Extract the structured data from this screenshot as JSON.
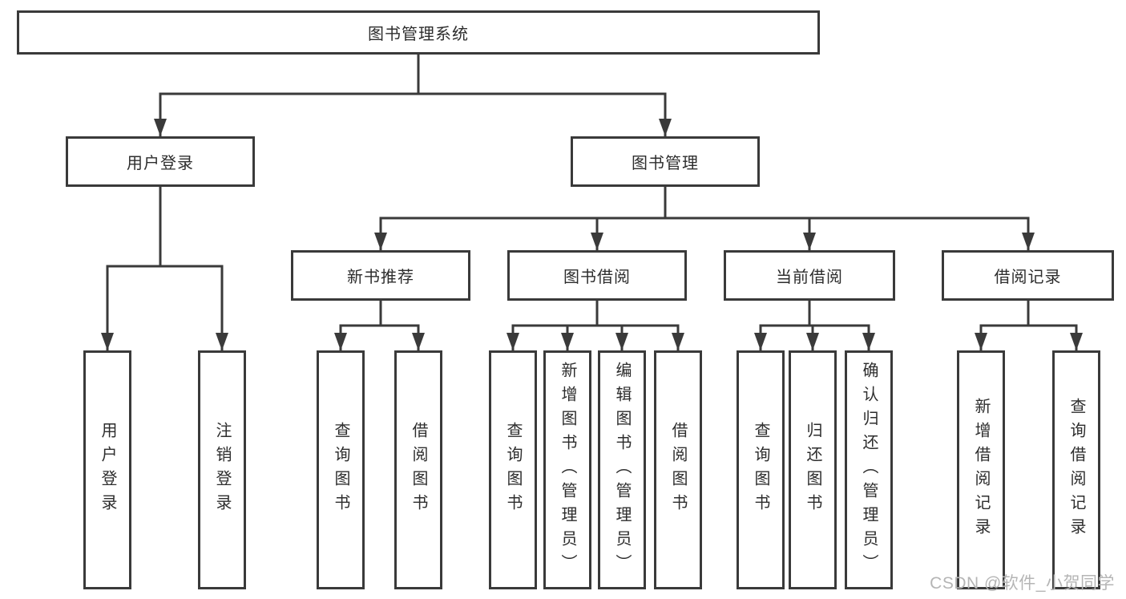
{
  "diagram": {
    "root": {
      "label": "图书管理系统"
    },
    "branches": [
      {
        "label": "用户登录",
        "children": [
          {
            "label": "用户登录"
          },
          {
            "label": "注销登录"
          }
        ]
      },
      {
        "label": "图书管理",
        "groups": [
          {
            "label": "新书推荐",
            "children": [
              {
                "label": "查询图书"
              },
              {
                "label": "借阅图书"
              }
            ]
          },
          {
            "label": "图书借阅",
            "children": [
              {
                "label": "查询图书"
              },
              {
                "label": "新增图书（管理员）"
              },
              {
                "label": "编辑图书（管理员）"
              },
              {
                "label": "借阅图书"
              }
            ]
          },
          {
            "label": "当前借阅",
            "children": [
              {
                "label": "查询图书"
              },
              {
                "label": "归还图书"
              },
              {
                "label": "确认归还（管理员）"
              }
            ]
          },
          {
            "label": "借阅记录",
            "children": [
              {
                "label": "新增借阅记录"
              },
              {
                "label": "查询借阅记录"
              }
            ]
          }
        ]
      }
    ]
  },
  "watermark": {
    "text": "CSDN @软件_小贺同学",
    "color": "#b5b5b5"
  },
  "colors": {
    "line": "#3a3a3a",
    "box_border": "#3a3a3a",
    "text": "#2d2d2d",
    "background": "#ffffff"
  }
}
